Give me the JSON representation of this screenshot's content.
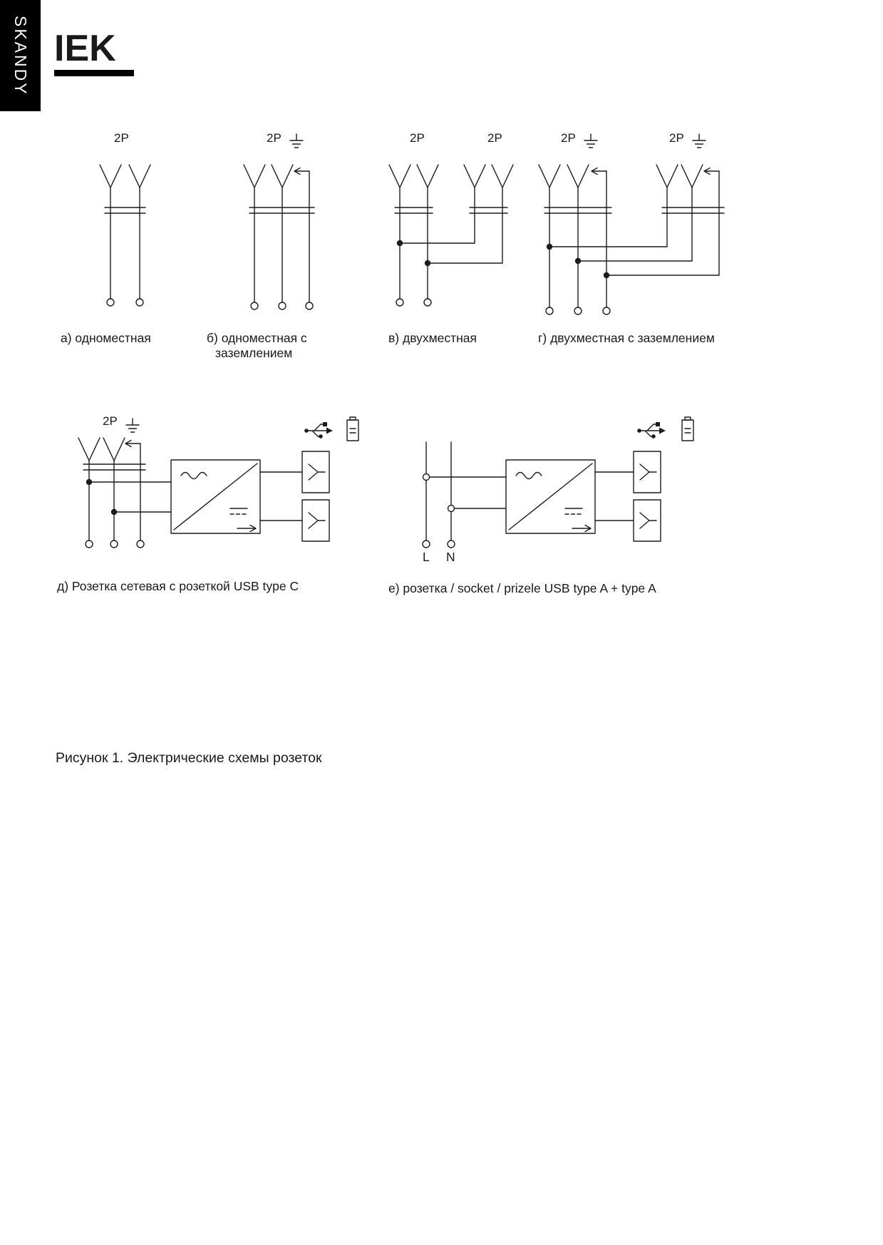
{
  "brand": {
    "sidebar_text": "SKANDY",
    "logo_text": "IEK"
  },
  "labels": {
    "two_pole": "2P",
    "line": "L",
    "neutral": "N"
  },
  "diagrams": {
    "a": {
      "caption": "а) одноместная"
    },
    "b": {
      "caption_line1": "б) одноместная с",
      "caption_line2": "заземлением"
    },
    "v": {
      "caption": "в) двухместная"
    },
    "g": {
      "caption": "г) двухместная с заземлением"
    },
    "d": {
      "caption": "д) Розетка сетевая с розеткой USB type C"
    },
    "e": {
      "caption": "е) розетка / socket / prizele USB type A + type A"
    }
  },
  "figure": {
    "caption": "Рисунок 1. Электрические схемы розеток"
  },
  "colors": {
    "ink": "#1c1c1c",
    "paper": "#ffffff"
  }
}
